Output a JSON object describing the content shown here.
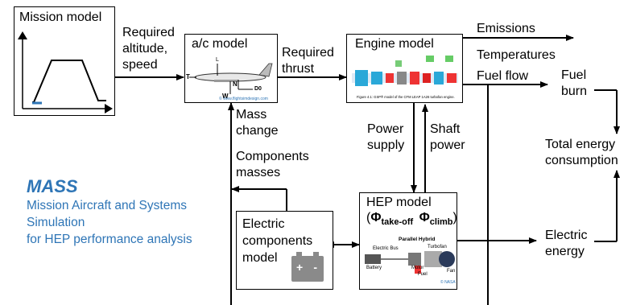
{
  "mission_box": {
    "title": "Mission model"
  },
  "ac_box": {
    "title": "a/c model",
    "forces": {
      "lift": "L",
      "thrust": "T",
      "weight": "W",
      "normal": "N",
      "drag": "D0"
    },
    "credit": "© www.flightsimdesign.com"
  },
  "engine_box": {
    "title": "Engine model",
    "caption": "Figure 4.1: GSP® model of the CFM LEAP 1A26 turbofan engine."
  },
  "hep_box": {
    "title": "HEP model",
    "phi_open": "(",
    "phi1": "Φ",
    "phi1_sub": "take-off",
    "phi2": "Φ",
    "phi2_sub": "climb",
    "phi_close": ")",
    "figure_title": "Parallel Hybrid",
    "figure_labels": {
      "electric_bus": "Electric Bus",
      "turbofan": "Turbofan",
      "battery": "Battery",
      "motor": "Motor",
      "fuel": "Fuel",
      "fan": "Fan"
    },
    "credit": "© NASA"
  },
  "electric_box": {
    "title_lines": [
      "Electric",
      "components",
      "model"
    ],
    "battery_plus": "+",
    "battery_minus": "-"
  },
  "flows": {
    "req_alt_speed": [
      "Required",
      "altitude,",
      "speed"
    ],
    "req_thrust": [
      "Required",
      "thrust"
    ],
    "emissions": "Emissions",
    "temperatures": "Temperatures",
    "fuel_flow": "Fuel flow",
    "fuel_burn": [
      "Fuel",
      "burn"
    ],
    "total_energy": [
      "Total energy",
      "consumption"
    ],
    "electric_energy": [
      "Electric",
      "energy"
    ],
    "power_supply": [
      "Power",
      "supply"
    ],
    "shaft_power": [
      "Shaft",
      "power"
    ],
    "mass_change": [
      "Mass",
      "change"
    ],
    "components_masses": [
      "Components",
      "masses"
    ]
  },
  "mass": {
    "title": "MASS",
    "subtitle_lines": [
      "Mission Aircraft and Systems",
      "Simulation",
      "for HEP performance analysis"
    ]
  },
  "colors": {
    "accent": "#2e75b6",
    "line": "#000000"
  }
}
